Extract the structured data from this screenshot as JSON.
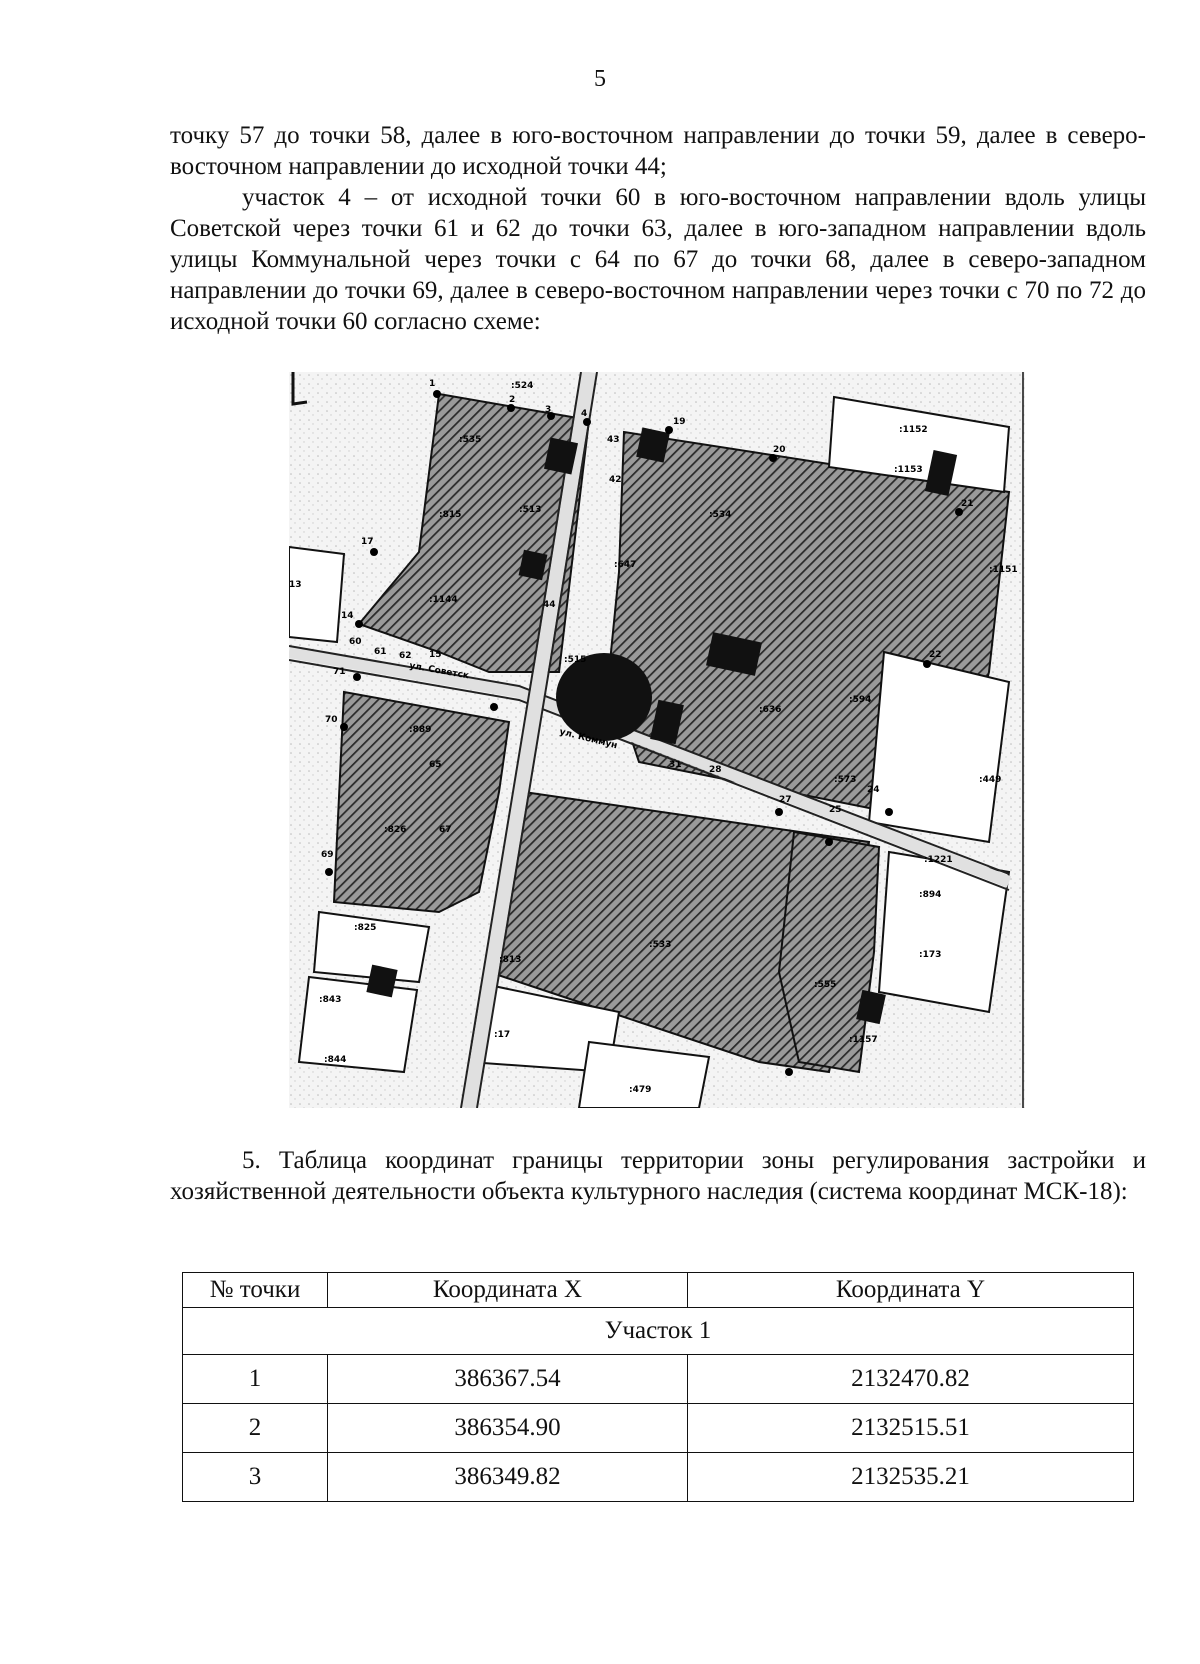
{
  "page_number": "5",
  "paragraphs": {
    "p1": "точку 57 до точки 58, далее в юго-восточном направлении до точки 59, далее в северо-восточном направлении до исходной точки 44;",
    "p2": "участок 4 – от исходной точки 60 в юго-восточном направлении вдоль улицы Советской через точки 61 и 62 до точки 63, далее в юго-западном направлении вдоль улицы Коммунальной через точки с 64 по 67 до точки 68, далее в северо-западном направлении до точки 69, далее в северо-восточном направлении через точки с 70 по 72 до исходной точки 60 согласно схеме:",
    "p3": "5. Таблица координат границы территории зоны регулирования застройки и хозяйственной деятельности объекта культурного наследия (система координат МСК-18):"
  },
  "map": {
    "parcel_labels": [
      ":524",
      ":535",
      ":815",
      ":513",
      ":1144",
      ":1152",
      ":1153",
      ":534",
      ":647",
      ":515",
      ":573",
      ":889",
      ":636",
      ":826",
      ":825",
      ":843",
      ":844",
      ":17",
      ":813",
      ":479",
      ":894",
      ":173",
      ":1221",
      ":1157",
      ":1151",
      ":449",
      ":533",
      ":555",
      ":594"
    ],
    "point_labels": [
      "1",
      "2",
      "3",
      "4",
      "13",
      "14",
      "15",
      "17",
      "19",
      "20",
      "21",
      "22",
      "24",
      "25",
      "27",
      "28",
      "31",
      "42",
      "43",
      "44",
      "60",
      "61",
      "62",
      "65",
      "67",
      "69",
      "70",
      "71"
    ],
    "street_labels": [
      "ул. Советск",
      "ул. Коммун"
    ]
  },
  "table": {
    "headers": [
      "№ точки",
      "Координата X",
      "Координата Y"
    ],
    "section": "Участок 1",
    "rows": [
      [
        "1",
        "386367.54",
        "2132470.82"
      ],
      [
        "2",
        "386354.90",
        "2132515.51"
      ],
      [
        "3",
        "386349.82",
        "2132535.21"
      ]
    ]
  }
}
